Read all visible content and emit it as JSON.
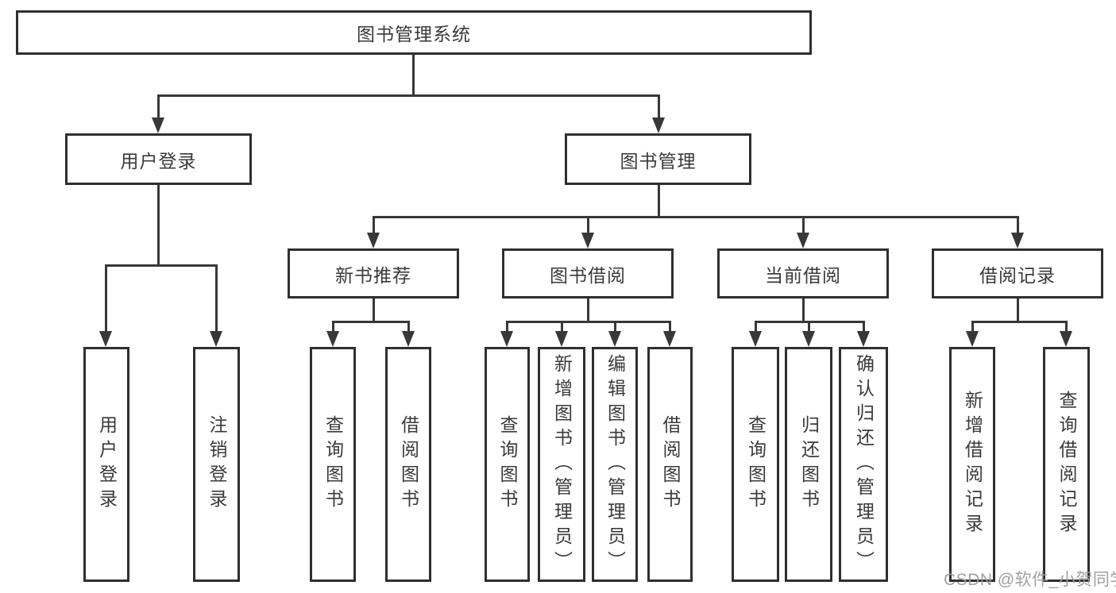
{
  "diagram": {
    "root": "图书管理系统",
    "branches": [
      {
        "label": "用户登录",
        "children": [
          "用户登录",
          "注销登录"
        ]
      },
      {
        "label": "图书管理",
        "sections": [
          {
            "label": "新书推荐",
            "children": [
              "查询图书",
              "借阅图书"
            ]
          },
          {
            "label": "图书借阅",
            "children": [
              "查询图书",
              "新增图书（管理员）",
              "编辑图书（管理员）",
              "借阅图书"
            ]
          },
          {
            "label": "当前借阅",
            "children": [
              "查询图书",
              "归还图书",
              "确认归还（管理员）"
            ]
          },
          {
            "label": "借阅记录",
            "children": [
              "新增借阅记录",
              "查询借阅记录"
            ]
          }
        ]
      }
    ]
  },
  "watermark": "CSDN @软件_小贺同学",
  "colors": {
    "line": "#383838",
    "border": "#2f2f2f",
    "text": "#3a3a3a",
    "watermark": "#9c9c9c"
  }
}
